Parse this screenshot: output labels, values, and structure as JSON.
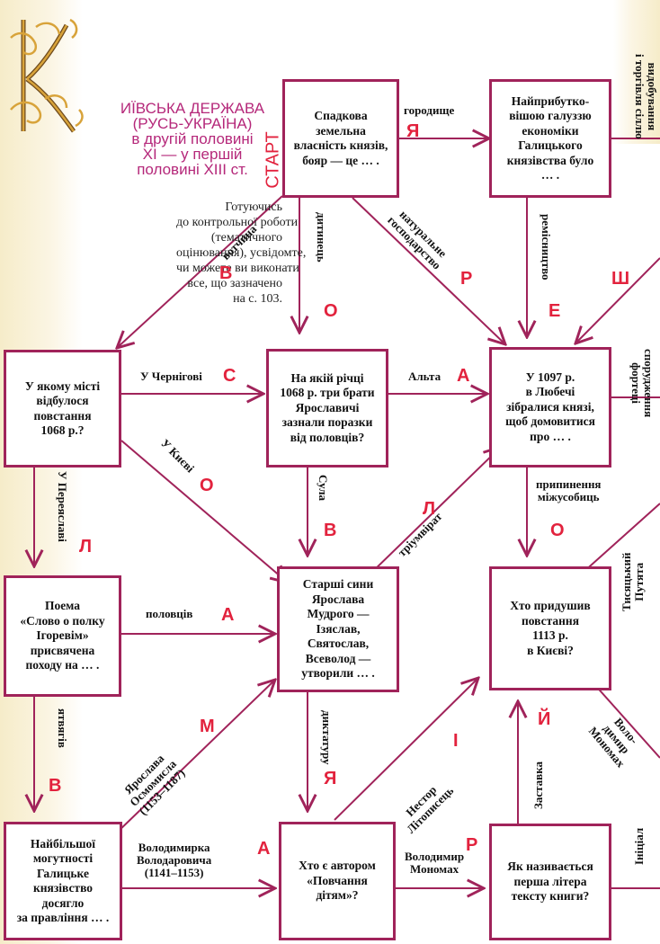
{
  "title_lines": [
    "ИЇВСЬКА ДЕРЖАВА",
    "(РУСЬ-УКРАЇНА)",
    "в другій половині",
    "XI — у першій",
    "половині XIII ст."
  ],
  "initial_letter": "К",
  "intro_lines": [
    "Готуючись",
    "до контрольної роботи",
    "(тематичного",
    "оцінювання), усвідомте,",
    "чи можете ви виконати",
    "все, що зазначено",
    "на с. 103."
  ],
  "start_label": "СТАРТ",
  "questions": {
    "q1": [
      "Спадкова",
      "земельна",
      "власність князів,",
      "бояр — це … ."
    ],
    "q2": [
      "Найприбутко-",
      "вішою галуззю",
      "економіки",
      "Галицького",
      "князівства було",
      "… ."
    ],
    "q3": [
      "У якому місті",
      "відбулося",
      "повстання",
      "1068 р.?"
    ],
    "q4": [
      "На якій річці",
      "1068 р. три брати",
      "Ярославичі",
      "зазнали поразки",
      "від половців?"
    ],
    "q5": [
      "У 1097 р.",
      "в Любечі",
      "зібралися князі,",
      "щоб домовитися",
      "про … ."
    ],
    "q6": [
      "Поема",
      "«Слово о полку",
      "Ігоревім»",
      "присвячена",
      "походу на … ."
    ],
    "q7": [
      "Старші сини",
      "Ярослава",
      "Мудрого —",
      "Ізяслав,",
      "Святослав,",
      "Всеволод —",
      "утворили … ."
    ],
    "q8": [
      "Хто придушив",
      "повстання",
      "1113 р.",
      "в Києві?"
    ],
    "q9": [
      "Найбільшої",
      "могутності",
      "Галицьке",
      "князівство",
      "досягло",
      "за правління … ."
    ],
    "q10": [
      "Хто є автором",
      "«Повчання",
      "дітям»?"
    ],
    "q11": [
      "Як називається",
      "перша літера",
      "тексту книги?"
    ]
  },
  "answers": {
    "a_gorodyshche": [
      "городище"
    ],
    "a_vydobuvannia": [
      "видобування",
      "і торгівля сіллю"
    ],
    "a_votchyna": [
      "вотчина"
    ],
    "a_dytynets": [
      "дитинець"
    ],
    "a_naturalne": [
      "натуральне",
      "господарство"
    ],
    "a_remisnytstvo": [
      "ремісництво"
    ],
    "a_chernihovi": [
      "У Чернігові"
    ],
    "a_alta": [
      "Альта"
    ],
    "a_sporudzhennia": [
      "спорудження",
      "фортеці"
    ],
    "a_kyievi": [
      "У Києві"
    ],
    "a_sula": [
      "Сула"
    ],
    "a_pryp": [
      "припинення",
      "міжусобиць"
    ],
    "a_pereiaslavi": [
      "У Переяславі"
    ],
    "a_polovtsiv": [
      "половців"
    ],
    "a_triumvirat": [
      "тріумвірат"
    ],
    "a_tysiatskyi": [
      "Тисяцький",
      "Путята"
    ],
    "a_yatviahiv": [
      "ятвягів"
    ],
    "a_yaroslav": [
      "Ярослава",
      "Осмомисла",
      "(1153–1187)"
    ],
    "a_dyktatura": [
      "диктатуру"
    ],
    "a_nestor": [
      "Нестор",
      "Літописець"
    ],
    "a_zastavka": [
      "Заставка"
    ],
    "a_monomakh_r": [
      "Воло-",
      "димир",
      "Мономах"
    ],
    "a_volodymyrka": [
      "Володимирка",
      "Володаровича",
      "(1141–1153)"
    ],
    "a_monomakh_b": [
      "Володимир",
      "Мономах"
    ],
    "a_initsial": [
      "Ініціал"
    ]
  },
  "letters": {
    "l1": "Я",
    "l2": "В",
    "l3": "О",
    "l4": "Р",
    "l5": "Е",
    "l6": "Ш",
    "l7": "С",
    "l8": "А",
    "l9": "О",
    "l10": "В",
    "l11": "О",
    "l12": "Л",
    "l13": "Л",
    "l14": "А",
    "l15": "М",
    "l16": "Я",
    "l17": "І",
    "l18": "Й",
    "l19": "В",
    "l20": "А",
    "l21": "Р"
  },
  "colors": {
    "accent": "#a0235a",
    "letter": "#e2223d",
    "title": "#b5287a",
    "band": "#f6ecc9"
  }
}
